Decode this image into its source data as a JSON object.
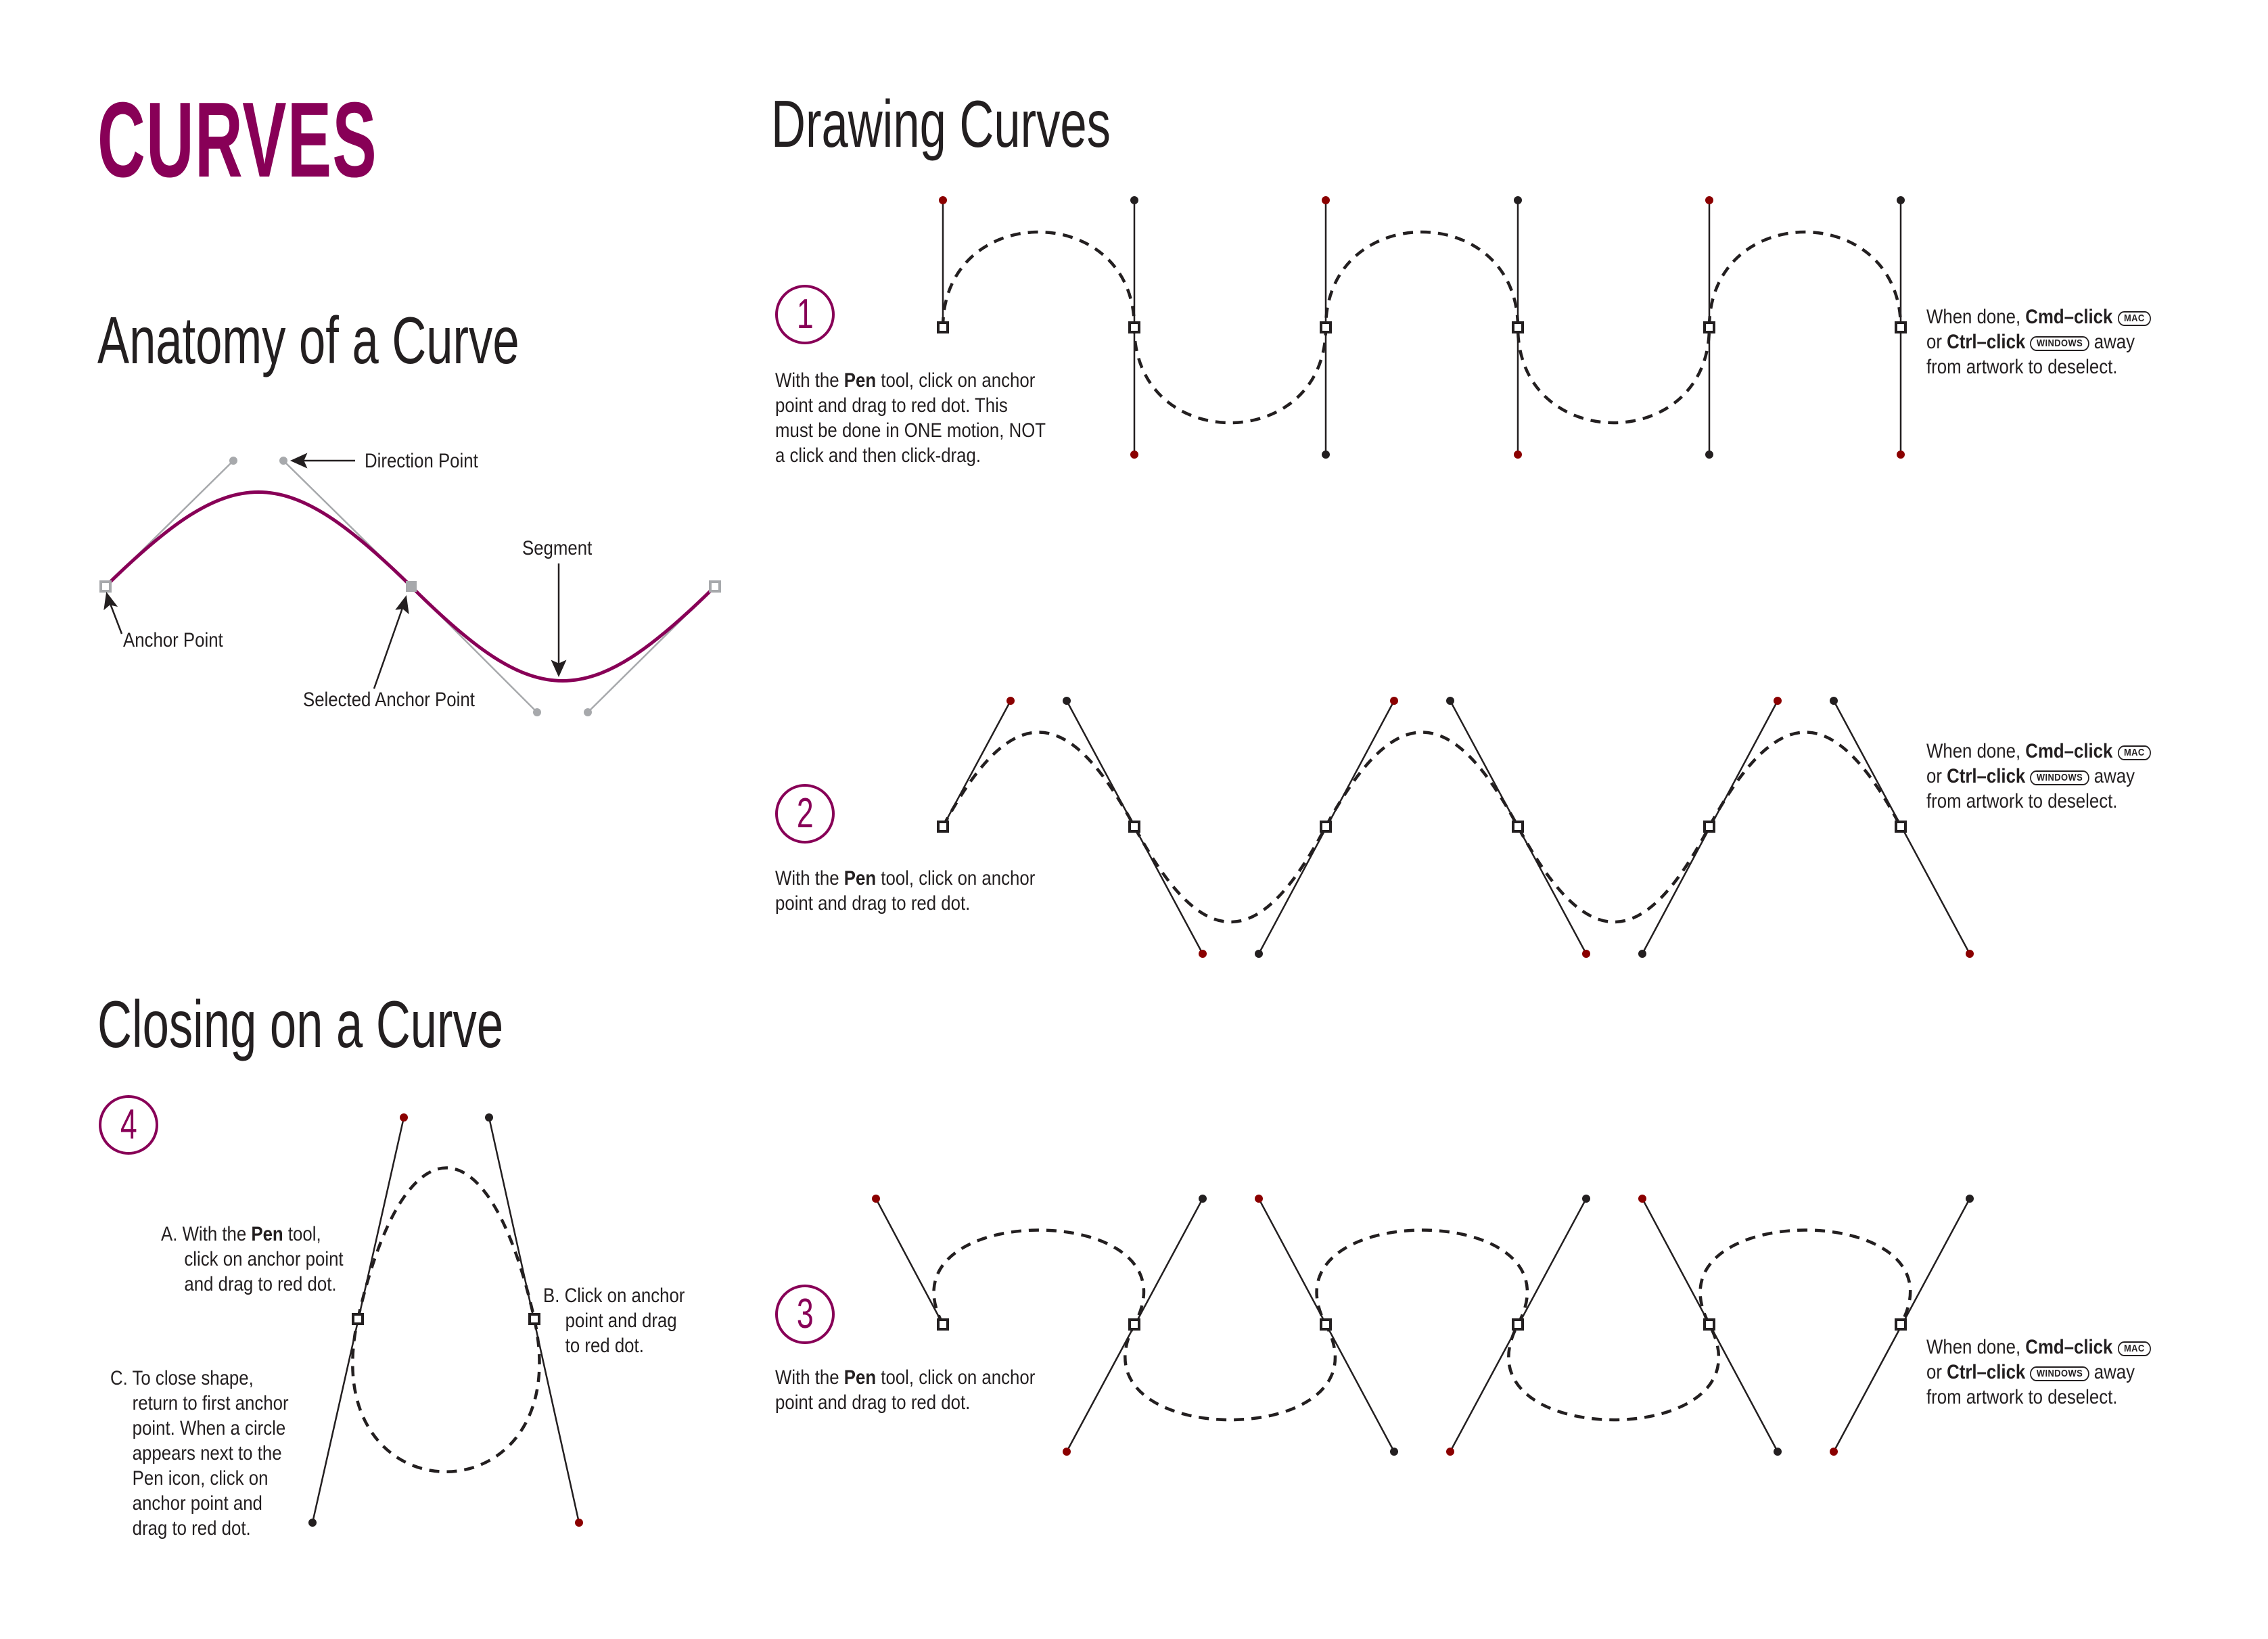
{
  "page": {
    "title": "CURVES",
    "accent_color": "#880057",
    "direction_dot_color": "#8b0000",
    "handle_gray": "#a7a9ac"
  },
  "anatomy": {
    "heading": "Anatomy of a Curve",
    "labels": {
      "direction_point": "Direction Point",
      "segment": "Segment",
      "anchor_point": "Anchor Point",
      "selected_anchor_point": "Selected Anchor Point"
    }
  },
  "drawing": {
    "heading": "Drawing Curves",
    "steps": [
      {
        "number": "1",
        "instruction_lines": [
          {
            "pre": "With the ",
            "bold": "Pen",
            "post": " tool, click on anchor"
          },
          {
            "pre": "point and drag to red dot. This",
            "bold": "",
            "post": ""
          },
          {
            "pre": "must be done in ONE motion, NOT",
            "bold": "",
            "post": ""
          },
          {
            "pre": "a click and then click-drag.",
            "bold": "",
            "post": ""
          }
        ],
        "note": {
          "line1_pre": "When done, ",
          "line1_bold": "Cmd–click",
          "mac_badge": "MAC",
          "line2_pre": "or ",
          "line2_bold": "Ctrl–click",
          "windows_badge": "WINDOWS",
          "line2_post": " away",
          "line3": "from artwork to deselect."
        }
      },
      {
        "number": "2",
        "instruction_lines": [
          {
            "pre": "With the ",
            "bold": "Pen",
            "post": " tool, click on anchor"
          },
          {
            "pre": "point and drag to red dot.",
            "bold": "",
            "post": ""
          }
        ],
        "note": {
          "line1_pre": "When done, ",
          "line1_bold": "Cmd–click",
          "mac_badge": "MAC",
          "line2_pre": "or ",
          "line2_bold": "Ctrl–click",
          "windows_badge": "WINDOWS",
          "line2_post": " away",
          "line3": "from artwork to deselect."
        }
      },
      {
        "number": "3",
        "instruction_lines": [
          {
            "pre": "With the ",
            "bold": "Pen",
            "post": " tool, click on anchor"
          },
          {
            "pre": "point and drag to red dot.",
            "bold": "",
            "post": ""
          }
        ],
        "note": {
          "line1_pre": "When done, ",
          "line1_bold": "Cmd–click",
          "mac_badge": "MAC",
          "line2_pre": "or ",
          "line2_bold": "Ctrl–click",
          "windows_badge": "WINDOWS",
          "line2_post": " away",
          "line3": "from artwork to deselect."
        }
      }
    ]
  },
  "closing": {
    "heading": "Closing on a Curve",
    "number": "4",
    "step_a": {
      "marker": "A.",
      "lines": [
        {
          "pre": "With the ",
          "bold": "Pen",
          "post": " tool,"
        },
        {
          "pre": "click on anchor point",
          "bold": "",
          "post": ""
        },
        {
          "pre": "and drag to red dot.",
          "bold": "",
          "post": ""
        }
      ]
    },
    "step_b": {
      "marker": "B.",
      "lines": [
        "Click on anchor",
        "point and drag",
        "to red dot."
      ]
    },
    "step_c": {
      "marker": "C.",
      "lines": [
        "To close shape,",
        "return to first anchor",
        "point. When a circle",
        "appears next to the",
        "Pen icon, click on",
        "anchor point and",
        "drag to red dot."
      ]
    }
  }
}
